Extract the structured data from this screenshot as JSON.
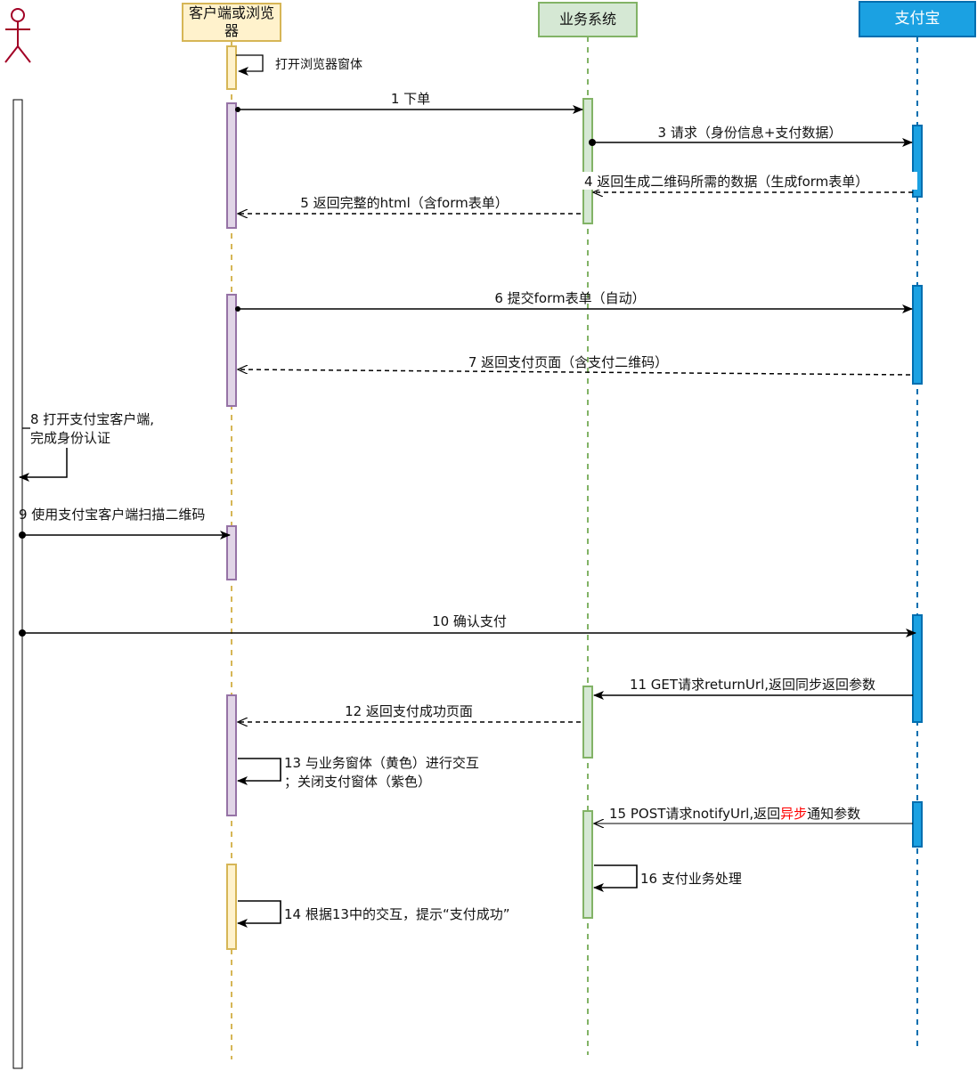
{
  "participants": {
    "client": {
      "label_line1": "客户端或浏览",
      "label_line2": "器",
      "border": "#d6b656",
      "fill": "#fff2cc",
      "lifeline": "#d6b656"
    },
    "biz": {
      "label": "业务系统",
      "border": "#82b366",
      "fill": "#d5e8d4",
      "lifeline": "#82b366"
    },
    "alipay": {
      "label": "支付宝",
      "border": "#006eaf",
      "fill": "#1ba1e2",
      "lifeline": "#006eaf",
      "text_color": "#ffffff"
    }
  },
  "actor": {
    "color": "#a20025"
  },
  "colors": {
    "purple_border": "#9673a6",
    "purple_fill": "#e1d5e7",
    "alipay_fill": "#1ba1e2",
    "alipay_border": "#006eaf",
    "highlight": "#ff0000"
  },
  "messages": {
    "open_browser": "打开浏览器窗体",
    "m1": "1 下单",
    "m3": "3 请求（身份信息+支付数据）",
    "m4": "4 返回生成二维码所需的数据（生成form表单）",
    "m5": "5 返回完整的html（含form表单）",
    "m6": "6 提交form表单（自动）",
    "m7": "7 返回支付页面（含支付二维码）",
    "m8_line1": "8  打开支付宝客户端,",
    "m8_line2": "完成身份认证",
    "m9": "9 使用支付宝客户端扫描二维码",
    "m10": "10 确认支付",
    "m11": "11 GET请求returnUrl,返回同步返回参数",
    "m12": "12 返回支付成功页面",
    "m13_line1": "13  与业务窗体（黄色）进行交互",
    "m13_line2": "；关闭支付窗体（紫色）",
    "m15_part1": "15 POST请求notifyUrl,返回",
    "m15_part2": "异步",
    "m15_part3": "通知参数",
    "m16": "16 支付业务处理",
    "m14": "14  根据13中的交互，提示“支付成功”"
  }
}
